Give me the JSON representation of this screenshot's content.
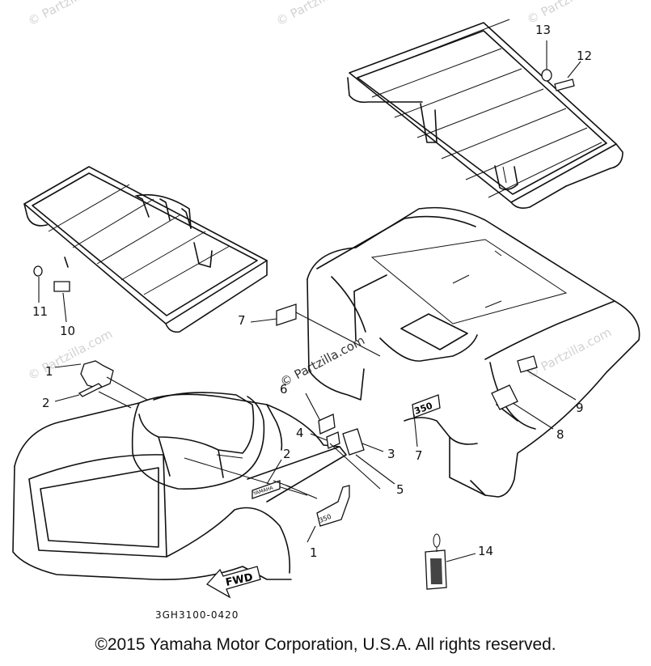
{
  "watermark": "© Partzilla.com",
  "diagram_code": "3GH3100-0420",
  "copyright": "©2015  Yamaha Motor Corporation, U.S.A. All rights reserved.",
  "decal_text": {
    "fwd": "FWD",
    "yamaha": "YAMAHA",
    "model_350": "350",
    "model_side": "350"
  },
  "callouts": [
    {
      "id": "c1a",
      "label": "1"
    },
    {
      "id": "c1b",
      "label": "1"
    },
    {
      "id": "c2a",
      "label": "2"
    },
    {
      "id": "c2b",
      "label": "2"
    },
    {
      "id": "c3",
      "label": "3"
    },
    {
      "id": "c4",
      "label": "4"
    },
    {
      "id": "c5",
      "label": "5"
    },
    {
      "id": "c6",
      "label": "6"
    },
    {
      "id": "c7a",
      "label": "7"
    },
    {
      "id": "c7b",
      "label": "7"
    },
    {
      "id": "c8",
      "label": "8"
    },
    {
      "id": "c9",
      "label": "9"
    },
    {
      "id": "c10",
      "label": "10"
    },
    {
      "id": "c11",
      "label": "11"
    },
    {
      "id": "c12",
      "label": "12"
    },
    {
      "id": "c13",
      "label": "13"
    },
    {
      "id": "c14",
      "label": "14"
    }
  ]
}
